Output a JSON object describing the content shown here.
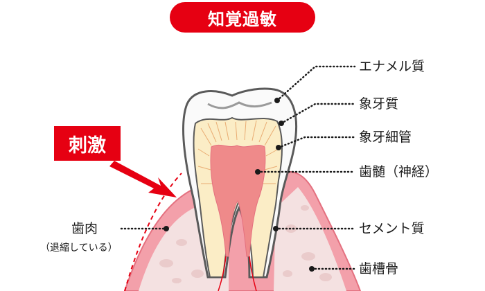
{
  "title": "知覚過敏",
  "stimulus_label": "刺激",
  "labels": {
    "enamel": "エナメル質",
    "dentin": "象牙質",
    "dentinal_tubules": "象牙細管",
    "pulp": "歯髄（神経）",
    "cementum": "セメント質",
    "alveolar_bone": "歯槽骨",
    "gum": "歯肉",
    "gum_note": "（退縮している）"
  },
  "colors": {
    "accent_red": "#e60012",
    "gum_pink": "#f3a0aa",
    "bone_light": "#f4e1e1",
    "dentin_cream": "#fbedc6",
    "pulp_pink": "#ef8a8a"
  }
}
